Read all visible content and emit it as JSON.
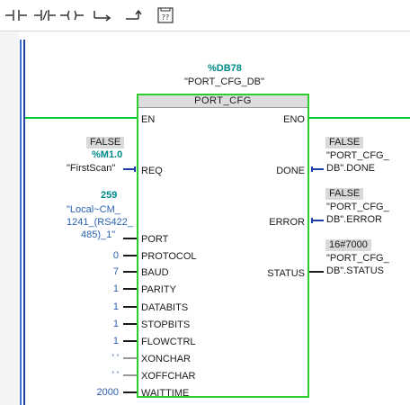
{
  "toolbar": {
    "buttons": [
      {
        "name": "no-contact-button",
        "icon": "no-contact-icon"
      },
      {
        "name": "nc-contact-button",
        "icon": "nc-contact-icon"
      },
      {
        "name": "coil-button",
        "icon": "coil-icon"
      },
      {
        "name": "branch-open-button",
        "icon": "branch-open-icon"
      },
      {
        "name": "branch-close-button",
        "icon": "branch-close-icon"
      },
      {
        "name": "empty-box-button",
        "icon": "empty-box-icon",
        "label": "??"
      }
    ]
  },
  "block": {
    "instance_db": "%DB78",
    "instance_name": "\"PORT_CFG_DB\"",
    "title": "PORT_CFG",
    "inputs": [
      "EN",
      "REQ",
      "PORT",
      "PROTOCOL",
      "BAUD",
      "PARITY",
      "DATABITS",
      "STOPBITS",
      "FLOWCTRL",
      "XONCHAR",
      "XOFFCHAR",
      "WAITTIME"
    ],
    "outputs": [
      "ENO",
      "DONE",
      "ERROR",
      "STATUS"
    ]
  },
  "req": {
    "monitor": "FALSE",
    "address": "%M1.0",
    "symbol": "\"FirstScan\""
  },
  "port": {
    "value": "259",
    "line1": "\"Local~CM_",
    "line2": "1241_(RS422_",
    "line3": "485)_1\""
  },
  "params": {
    "protocol": "0",
    "baud": "7",
    "parity": "1",
    "databits": "1",
    "stopbits": "1",
    "flowctrl": "1",
    "xonchar": "' '",
    "xoffchar": "' '",
    "waittime": "2000"
  },
  "done": {
    "monitor": "FALSE",
    "line1": "\"PORT_CFG_",
    "line2": "DB\".DONE"
  },
  "error": {
    "monitor": "FALSE",
    "line1": "\"PORT_CFG_",
    "line2": "DB\".ERROR"
  },
  "status": {
    "monitor": "16#7000",
    "line1": "\"PORT_CFG_",
    "line2": "DB\".STATUS"
  },
  "colors": {
    "power_flow": "#29d02c",
    "rail": "#3f6fd8",
    "address": "#008b8b",
    "constant": "#2a5fb0",
    "monitor_bg": "#d9d9d9"
  }
}
